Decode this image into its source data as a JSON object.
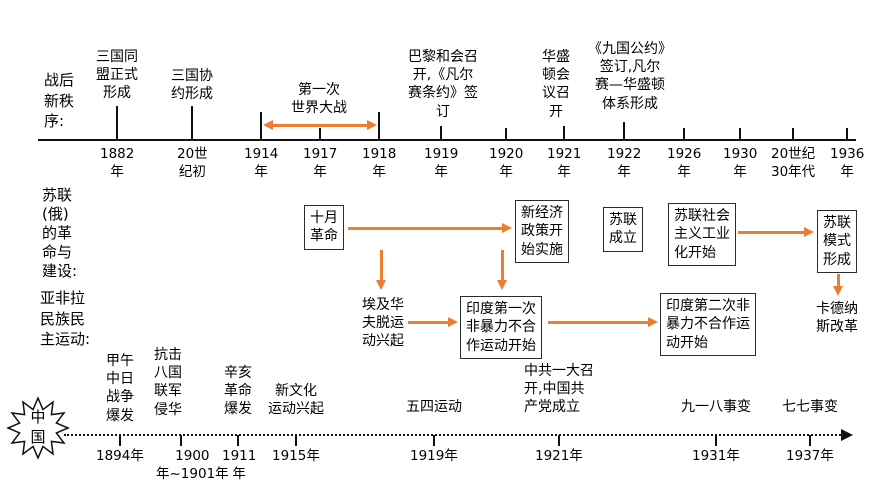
{
  "colors": {
    "accent": "#ED7D31",
    "line": "#111111",
    "box_border": "#2b2b2b"
  },
  "postwar": {
    "side_label": "战后\n新秩\n序:",
    "events": {
      "triple_alliance": "三国同\n盟正式\n形成",
      "triple_entente": "三国协\n约形成",
      "ww1": "第一次\n世界大战",
      "paris_conference": "巴黎和会召\n开,《凡尔\n赛条约》签\n订",
      "washington_conference": "华盛\n顿会\n议召\n开",
      "nine_power_treaty": "《九国公约》\n签订,凡尔\n赛—华盛顿\n体系形成"
    },
    "years": [
      "1882\n年",
      "20世\n纪初",
      "1914\n年",
      "1917\n年",
      "1918\n年",
      "1919\n年",
      "1920\n年",
      "1921\n年",
      "1922\n年",
      "1926\n年",
      "1930\n年",
      "20世纪\n30年代",
      "1936\n年"
    ]
  },
  "soviet": {
    "side_label": "苏联\n(俄)\n的革\n命与\n建设:",
    "boxes": {
      "october_revolution": "十月\n革命",
      "nep": "新经济\n政策开\n始实施",
      "ussr_founded": "苏联\n成立",
      "industrialization": "苏联社会\n主义工业\n化开始",
      "soviet_model": "苏联\n模式\n形成"
    }
  },
  "liberation": {
    "side_label": "亚非拉\n民族民\n主运动:",
    "items": {
      "egypt_wafd": "埃及华\n夫脱运\n动兴起",
      "india_first": "印度第一次\n非暴力不合\n作运动开始",
      "india_second": "印度第二次非\n暴力不合作运\n动开始",
      "cardenas": "卡德纳\n斯改革"
    }
  },
  "china": {
    "side_label": "中\n国",
    "events": {
      "jiawu_war": "甲午\n中日\n战争\n爆发",
      "eight_nation": "抗击\n八国\n联军\n侵华",
      "xinhai": "辛亥\n革命\n爆发",
      "new_culture": "新文化\n运动兴起",
      "may_fourth": "五四运动",
      "ccp_founded": "中共一大召\n开,中国共\n产党成立",
      "september_18": "九一八事变",
      "july_7": "七七事变"
    },
    "years": [
      "1894年",
      "1900\n年~1901年",
      "1911\n年",
      "1915年",
      "1919年",
      "1921年",
      "1931年",
      "1937年"
    ]
  }
}
